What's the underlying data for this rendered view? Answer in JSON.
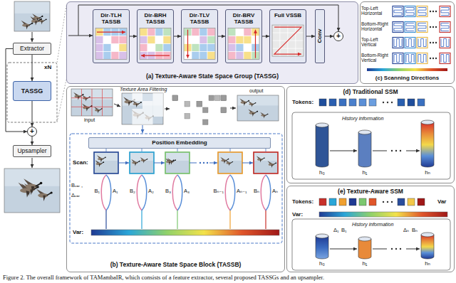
{
  "diagram": {
    "caption": "Figure 2. The overall framework of TAMambaIR, which consists of a feature extractor, several proposed TASSGs and an upsampler.",
    "nodes": [
      {
        "text": [
          "Extractor"
        ]
      },
      {
        "text": [
          "TASSG"
        ]
      },
      {
        "text": [
          "+"
        ]
      },
      {
        "text": [
          "Upsampler"
        ]
      },
      {
        "text": [
          "(a) Texture-Aware State Space Group (TASSG)"
        ]
      },
      {
        "text": [
          "Dir-TLH TASSB"
        ],
        "in": 4
      },
      {
        "text": [
          "Dir-BRH TASSB"
        ],
        "in": 4
      },
      {
        "text": [
          "Dir-TLV TASSB"
        ],
        "in": 4
      },
      {
        "text": [
          "Dir-BRV TASSB"
        ],
        "in": 4
      },
      {
        "text": [
          "Full VSSB"
        ],
        "in": 4
      },
      {
        "text": [
          "Conv"
        ],
        "in": 4
      },
      {
        "text": [
          "+"
        ],
        "in": 4
      },
      {
        "text": [
          "(c) Scanning Directions"
        ]
      },
      {
        "text": [
          "(b) Texture-Aware State Space Block (TASSB)"
        ]
      },
      {
        "text": [
          "Position Embedding"
        ],
        "in": 13
      },
      {
        "text": [
          "(d) Traditional SSM"
        ]
      },
      {
        "text": [
          "(e) Texture-Aware SSM"
        ]
      }
    ],
    "edges": [
      {
        "from": 0,
        "to": 1,
        "arrow": "to"
      },
      {
        "from": 1,
        "to": 2,
        "arrow": "to"
      },
      {
        "from": 0,
        "to": 2,
        "arrow": "to"
      },
      {
        "from": 2,
        "to": 3,
        "arrow": "to"
      },
      {
        "from": 5,
        "to": 6,
        "arrow": "to"
      },
      {
        "from": 6,
        "to": 7,
        "arrow": "to"
      },
      {
        "from": 7,
        "to": 8,
        "arrow": "to"
      },
      {
        "from": 8,
        "to": 9,
        "arrow": "to"
      },
      {
        "from": 9,
        "to": 10,
        "arrow": "to"
      },
      {
        "from": 10,
        "to": 11,
        "arrow": "to"
      }
    ],
    "labels": [
      "xN",
      "Top-Left Horizontal",
      "Bottom-Right Horizontal",
      "Top-Left Vertical",
      "Bottom-Right Vertical",
      "Texture Area Filtering",
      "input",
      "output",
      "Scan:",
      "Bᵥₐᵣ ,",
      "Δᵥₐᵣ",
      "B₁",
      "A₁",
      "B₂",
      "A₂",
      "B₃",
      "A₃",
      "Bₙ₋₁",
      "Aₙ₋₁",
      "Bₙ",
      "Aₙ",
      "Var:",
      "Tokens:",
      "History information",
      "h₀",
      "h₁",
      "hₙ",
      "Tokens:",
      "Var",
      "Var:",
      "Δ₁",
      "B₁",
      "Δₙ",
      "Bₙ",
      "History information",
      "h₀",
      "h₁",
      "hₙ"
    ]
  }
}
